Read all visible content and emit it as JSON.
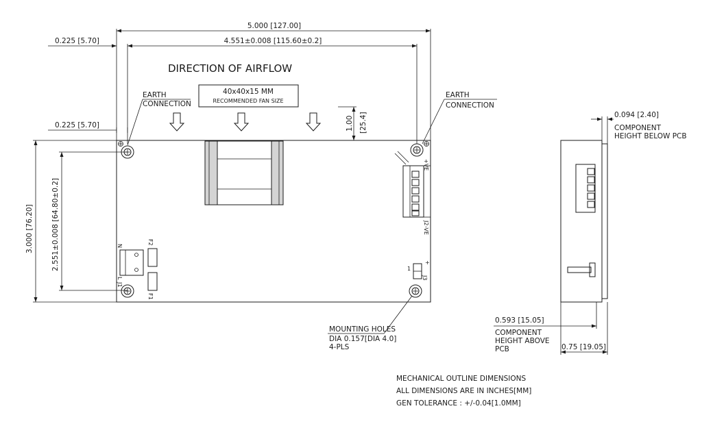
{
  "dimensions": {
    "overall_width": "5.000 [127.00]",
    "hole_spacing_x": "4.551±0.008 [115.60±0.2]",
    "left_offset_top": "0.225 [5.70]",
    "left_offset_side": "0.225 [5.70]",
    "overall_height": "3.000 [76.20]",
    "hole_spacing_y": "2.551±0.008 [64.80±0.2]",
    "fan_clearance_in": "1.00",
    "fan_clearance_mm": "[25.4]",
    "below_pcb": "0.094 [2.40]",
    "above_pcb": "0.593 [15.05]",
    "total_side": "0.75 [19.05]"
  },
  "labels": {
    "airflow": "DIRECTION OF AIRFLOW",
    "fan_size_1": "40x40x15 MM",
    "fan_size_2": "RECOMMENDED FAN SIZE",
    "earth_left_1": "EARTH",
    "earth_left_2": "CONNECTION",
    "earth_right_1": "EARTH",
    "earth_right_2": "CONNECTION",
    "below_1": "COMPONENT",
    "below_2": "HEIGHT BELOW PCB",
    "above_1": "COMPONENT",
    "above_2": "HEIGHT ABOVE",
    "above_3": "PCB",
    "mount_1": "MOUNTING HOLES",
    "mount_2": "DIA 0.157[DIA 4.0]",
    "mount_3": "4-PLS"
  },
  "board_marks": {
    "j2": "J2",
    "ve_plus": "+VE",
    "ve_minus": "-VE",
    "j1": "J1",
    "n": "N",
    "l": "L",
    "f1": "F1",
    "f2": "F2",
    "j3": "J3",
    "j3_plus": "+",
    "j3_one": "1"
  },
  "notes": {
    "line1": "MECHANICAL OUTLINE DIMENSIONS",
    "line2": "ALL DIMENSIONS ARE IN INCHES[MM]",
    "line3": "GEN TOLERANCE : +/-0.04[1.0MM]"
  }
}
